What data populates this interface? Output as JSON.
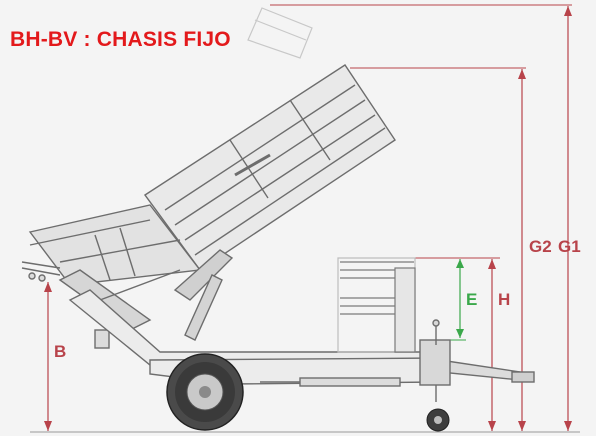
{
  "title": "BH-BV : CHASIS FIJO",
  "dimensions": {
    "b": "B",
    "e": "E",
    "h": "H",
    "g2": "G2",
    "g1": "G1"
  },
  "colors": {
    "title": "#e3191b",
    "dimension_line": "#b8434a",
    "dimension_highlight": "#3aa84a",
    "machine_outline": "#6d6d6d"
  }
}
